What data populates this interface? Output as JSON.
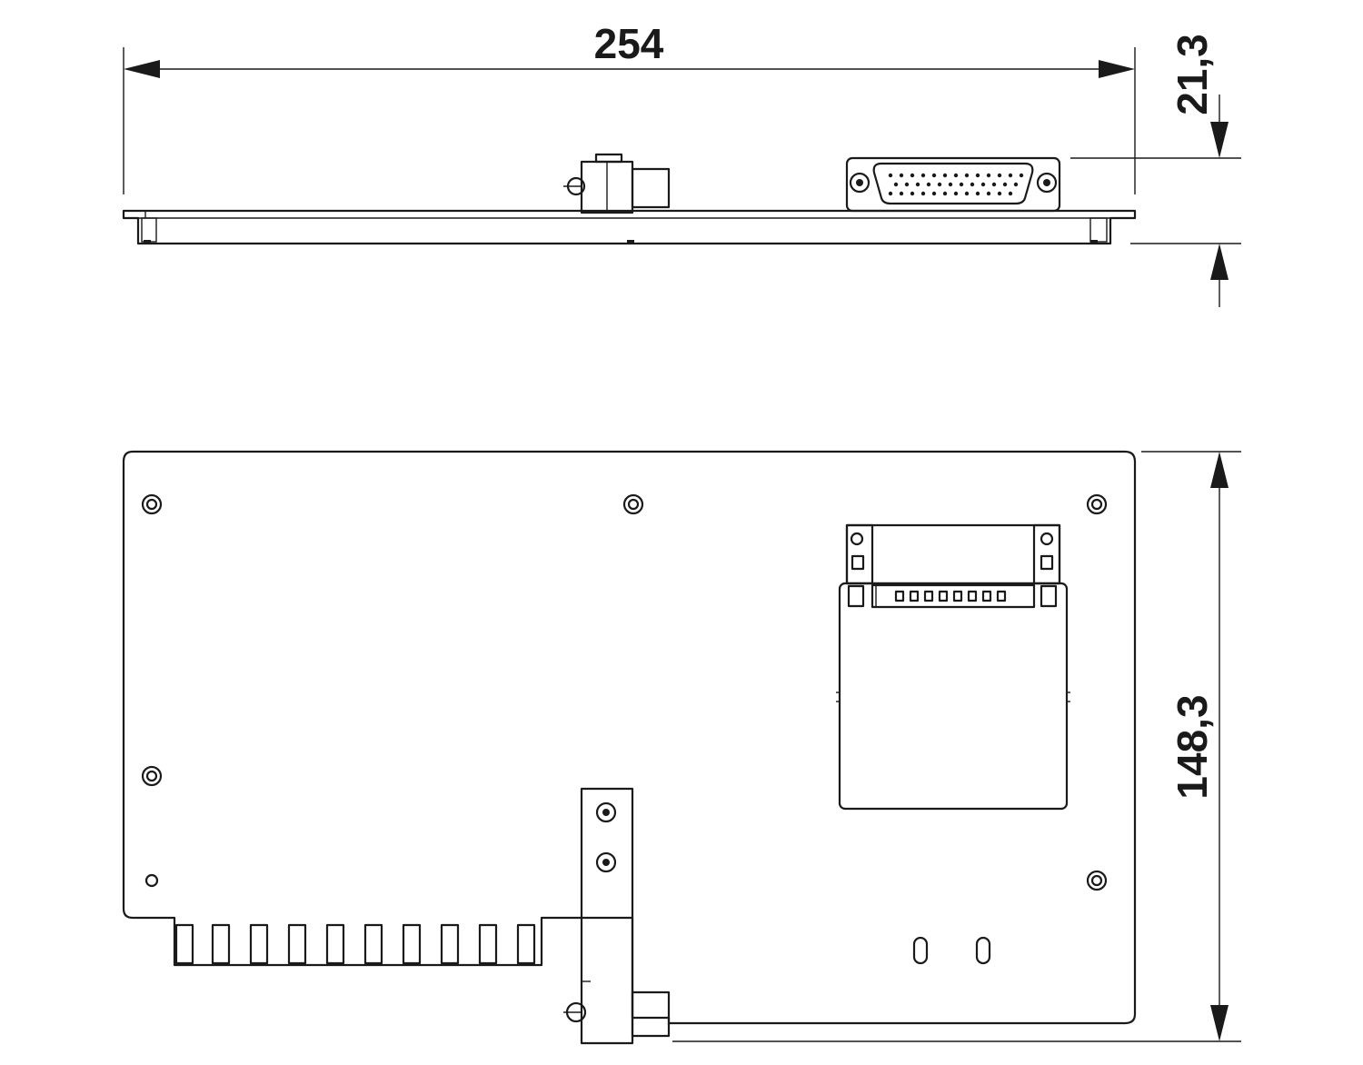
{
  "dimensions": {
    "width": "254",
    "height_side": "21,3",
    "height_top": "148,3"
  },
  "views": {
    "side_view": "side",
    "top_view": "top"
  },
  "colors": {
    "line": "#1a1a1a",
    "background": "#ffffff"
  }
}
